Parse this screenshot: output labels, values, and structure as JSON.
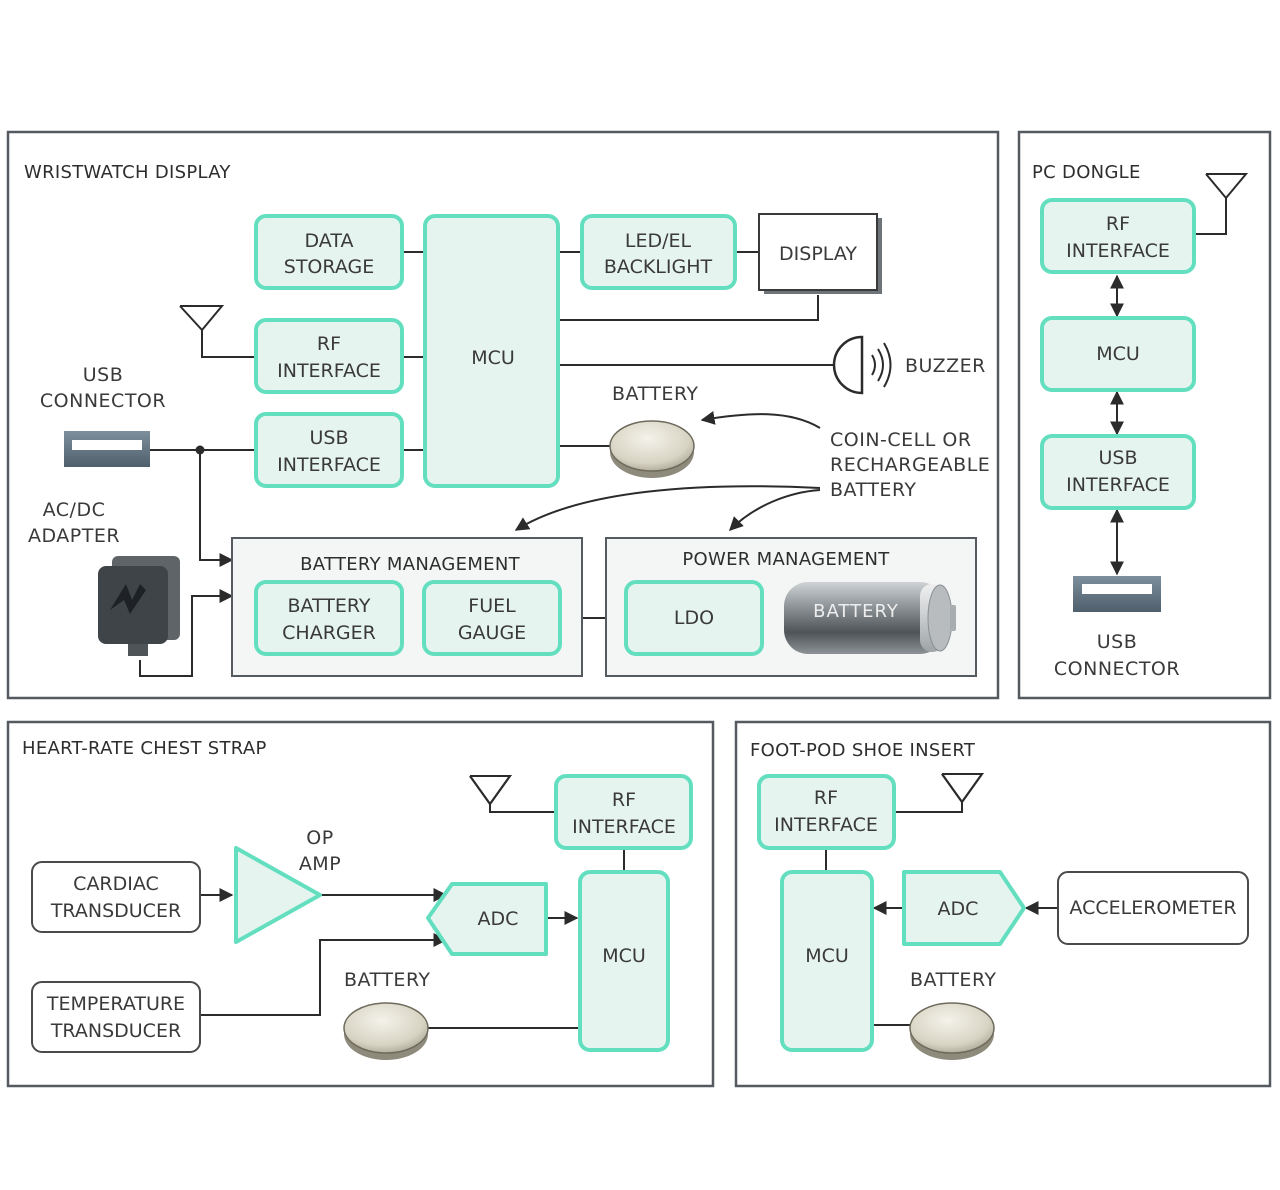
{
  "panels": {
    "wristwatch": {
      "title": "WRISTWATCH DISPLAY",
      "data_storage": [
        "DATA",
        "STORAGE"
      ],
      "mcu": "MCU",
      "led_backlight": [
        "LED/EL",
        "BACKLIGHT"
      ],
      "display": "DISPLAY",
      "rf_interface": [
        "RF",
        "INTERFACE"
      ],
      "usb_interface": [
        "USB",
        "INTERFACE"
      ],
      "buzzer": "BUZZER",
      "battery": "BATTERY",
      "usb_connector": [
        "USB",
        "CONNECTOR"
      ],
      "coin_cell_note": [
        "COIN-CELL OR",
        "RECHARGEABLE",
        "BATTERY"
      ],
      "ac_dc_adapter": [
        "AC/DC",
        "ADAPTER"
      ],
      "battery_management": "BATTERY MANAGEMENT",
      "battery_charger": [
        "BATTERY",
        "CHARGER"
      ],
      "fuel_gauge": [
        "FUEL",
        "GAUGE"
      ],
      "power_management": "POWER MANAGEMENT",
      "ldo": "LDO",
      "cylinder_battery": "BATTERY"
    },
    "pc_dongle": {
      "title": "PC DONGLE",
      "rf_interface": [
        "RF",
        "INTERFACE"
      ],
      "mcu": "MCU",
      "usb_interface": [
        "USB",
        "INTERFACE"
      ],
      "usb_connector": [
        "USB",
        "CONNECTOR"
      ]
    },
    "chest_strap": {
      "title": "HEART-RATE CHEST STRAP",
      "rf_interface": [
        "RF",
        "INTERFACE"
      ],
      "op_amp": [
        "OP",
        "AMP"
      ],
      "cardiac_transducer": [
        "CARDIAC",
        "TRANSDUCER"
      ],
      "adc": "ADC",
      "mcu": "MCU",
      "battery": "BATTERY",
      "temperature_transducer": [
        "TEMPERATURE",
        "TRANSDUCER"
      ]
    },
    "foot_pod": {
      "title": "FOOT-POD SHOE INSERT",
      "rf_interface": [
        "RF",
        "INTERFACE"
      ],
      "adc": "ADC",
      "accelerometer": "ACCELEROMETER",
      "mcu": "MCU",
      "battery": "BATTERY"
    }
  },
  "colors": {
    "block_fill": "#e6f4f0",
    "block_outline": "#63dfbf",
    "panel_border": "#555a60",
    "wire": "#2b2b2b"
  }
}
